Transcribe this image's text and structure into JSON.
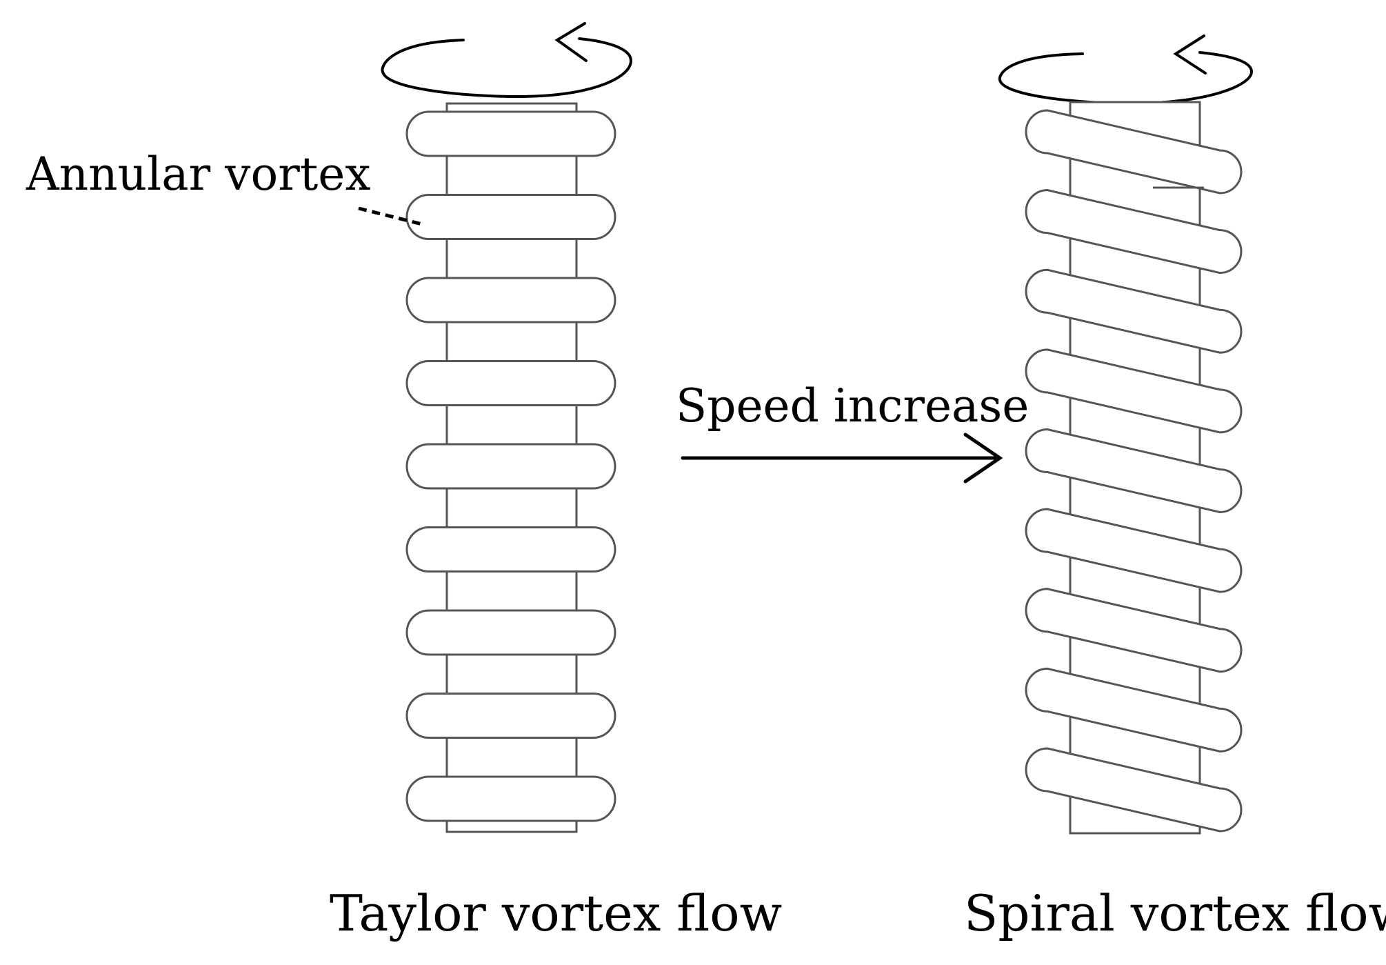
{
  "labels": {
    "annular_vortex": "Annular vortex",
    "speed_increase": "Speed increase",
    "taylor_flow": "Taylor vortex flow",
    "spiral_flow": "Spiral vortex flow"
  },
  "colors": {
    "stroke": "#555555",
    "ink": "#000000",
    "background": "#ffffff"
  },
  "icons": {
    "rotation": "counter-clockwise-rotation-arrow-icon",
    "direction": "right-arrow-icon"
  },
  "taylor": {
    "vortex_count": 9
  },
  "spiral": {
    "turn_count": 9
  }
}
